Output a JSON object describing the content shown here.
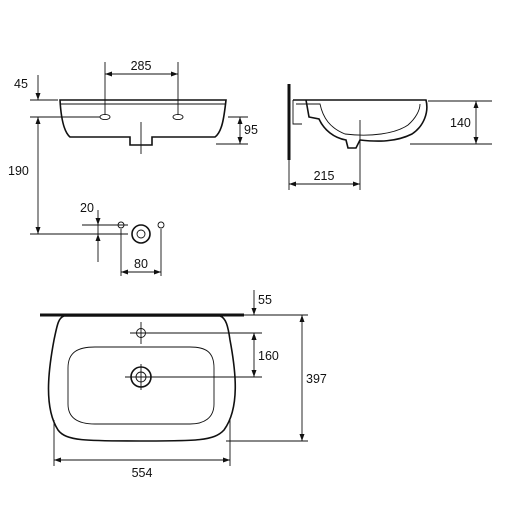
{
  "dimensions": {
    "front_hole_spacing": "285",
    "front_top_offset": "45",
    "front_body_height": "95",
    "front_height_to_drain": "190",
    "drain_offset": "20",
    "drain_to_valve_distance": "80",
    "side_height": "140",
    "side_depth": "215",
    "top_back_offset": "55",
    "top_tap_to_drain": "160",
    "top_depth": "397",
    "top_width": "554"
  }
}
